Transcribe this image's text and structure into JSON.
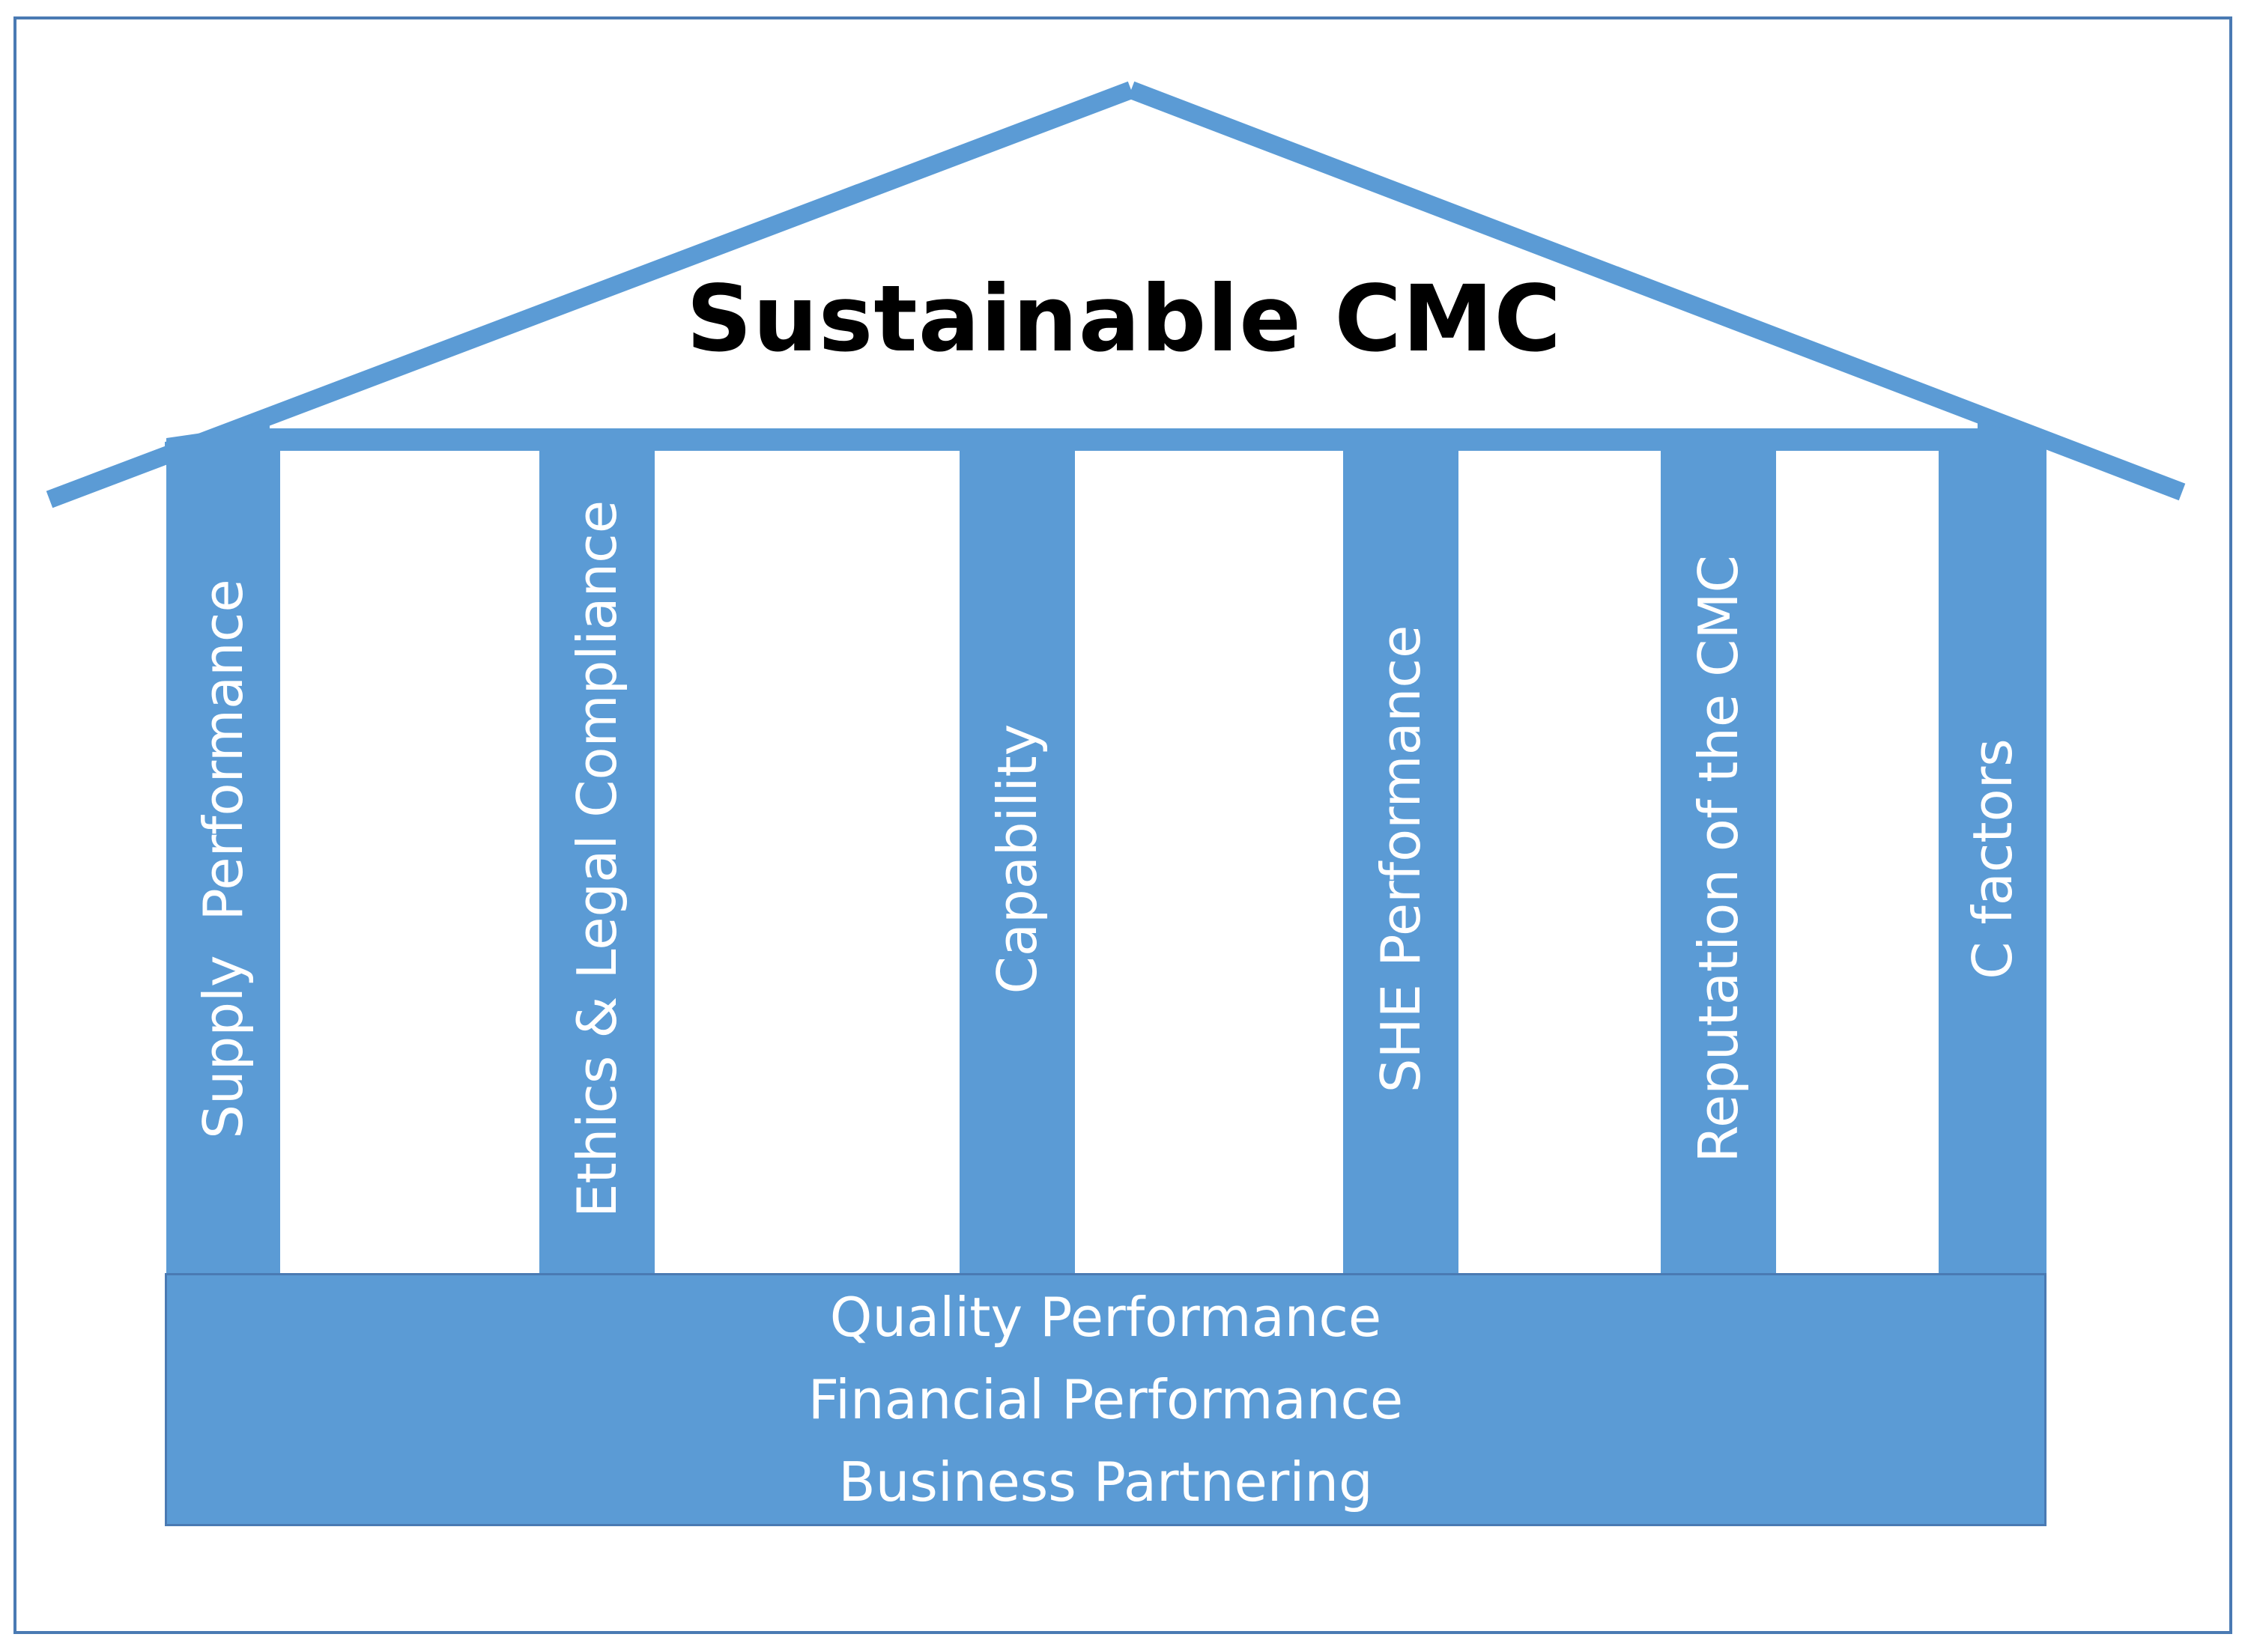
{
  "diagram": {
    "title": "Sustainable CMC",
    "pillars": [
      {
        "label": "Supply  Performance"
      },
      {
        "label": "Ethics & Legal Compliance"
      },
      {
        "label": "Capability"
      },
      {
        "label": "SHE Performance"
      },
      {
        "label": "Reputation of the CMC"
      },
      {
        "label": "C factors"
      }
    ],
    "foundation": [
      "Quality Performance",
      "Financial Performance",
      "Business Partnering"
    ],
    "colors": {
      "pillar_fill": "#5b9bd5",
      "roof_stroke": "#5b9bd5",
      "frame_border": "#4a7ab3",
      "label_text": "#ffffff",
      "title_text": "#000000"
    }
  }
}
